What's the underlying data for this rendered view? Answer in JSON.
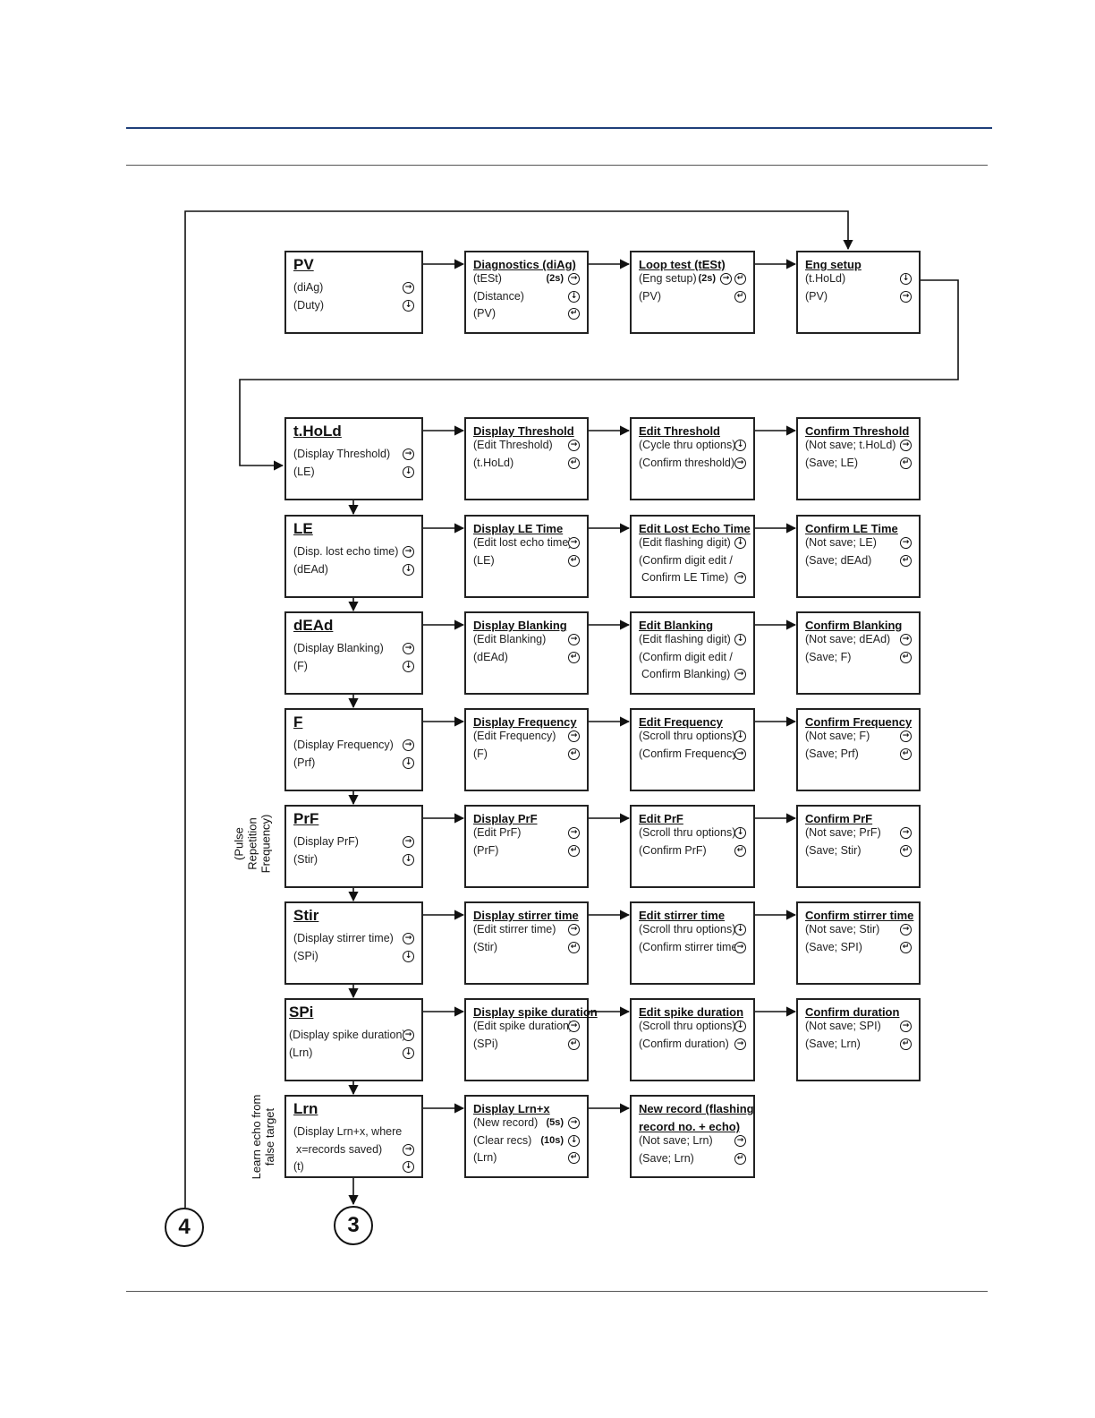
{
  "icons": {
    "right": "→",
    "down": "↓",
    "enter": "↵"
  },
  "rows": [
    [
      {
        "title": "PV",
        "lines": [
          {
            "text": "(diAg)",
            "icons": [
              "right"
            ]
          },
          {
            "text": "(Duty)",
            "icons": [
              "down"
            ]
          }
        ]
      },
      {
        "title": "Diagnostics (diAg)",
        "lines": [
          {
            "text": "(tESt)",
            "sec": "(2s)",
            "icons": [
              "right"
            ]
          },
          {
            "text": "(Distance)",
            "icons": [
              "down"
            ]
          },
          {
            "text": "(PV)",
            "icons": [
              "enter"
            ]
          }
        ]
      },
      {
        "title": "Loop test (tESt)",
        "lines": [
          {
            "text": "(Eng setup)",
            "sec": "(2s)",
            "icons": [
              "right",
              "enter"
            ]
          },
          {
            "text": "(PV)",
            "icons": [
              "enter"
            ]
          }
        ]
      },
      {
        "title": "Eng setup",
        "lines": [
          {
            "text": "(t.HoLd)",
            "icons": [
              "down"
            ]
          },
          {
            "text": "(PV)",
            "icons": [
              "right"
            ]
          }
        ]
      }
    ],
    [
      {
        "title": "t.HoLd",
        "lines": [
          {
            "text": "(Display Threshold)",
            "icons": [
              "right"
            ]
          },
          {
            "text": "(LE)",
            "icons": [
              "down"
            ]
          }
        ]
      },
      {
        "title": "Display Threshold",
        "lines": [
          {
            "text": "(Edit Threshold)",
            "icons": [
              "right"
            ]
          },
          {
            "text": "(t.HoLd)",
            "icons": [
              "enter"
            ]
          }
        ]
      },
      {
        "title": "Edit Threshold",
        "lines": [
          {
            "text": "(Cycle thru options)",
            "icons": [
              "down"
            ]
          },
          {
            "text": "(Confirm threshold)",
            "icons": [
              "right"
            ]
          }
        ]
      },
      {
        "title": "Confirm Threshold",
        "lines": [
          {
            "text": "(Not save; t.HoLd)",
            "icons": [
              "right"
            ]
          },
          {
            "text": "(Save; LE)",
            "icons": [
              "enter"
            ]
          }
        ]
      }
    ],
    [
      {
        "title": "LE",
        "lines": [
          {
            "text": "(Disp. lost echo time)",
            "icons": [
              "right"
            ]
          },
          {
            "text": "(dEAd)",
            "icons": [
              "down"
            ]
          }
        ]
      },
      {
        "title": "Display LE Time",
        "lines": [
          {
            "text": "(Edit lost echo time)",
            "icons": [
              "right"
            ]
          },
          {
            "text": "(LE)",
            "icons": [
              "enter"
            ]
          }
        ]
      },
      {
        "title": "Edit Lost Echo Time",
        "lines": [
          {
            "text": "(Edit flashing digit)",
            "icons": [
              "down"
            ]
          },
          {
            "text": "(Confirm digit edit /",
            "icons": []
          },
          {
            "text": "Confirm LE Time)",
            "icons": [
              "right"
            ],
            "indent": true
          }
        ]
      },
      {
        "title": "Confirm LE Time",
        "lines": [
          {
            "text": "(Not save; LE)",
            "icons": [
              "right"
            ]
          },
          {
            "text": "(Save; dEAd)",
            "icons": [
              "enter"
            ]
          }
        ]
      }
    ],
    [
      {
        "title": "dEAd",
        "lines": [
          {
            "text": "(Display Blanking)",
            "icons": [
              "right"
            ]
          },
          {
            "text": "(F)",
            "icons": [
              "down"
            ]
          }
        ]
      },
      {
        "title": "Display Blanking",
        "lines": [
          {
            "text": "(Edit Blanking)",
            "icons": [
              "right"
            ]
          },
          {
            "text": "(dEAd)",
            "icons": [
              "enter"
            ]
          }
        ]
      },
      {
        "title": "Edit Blanking",
        "lines": [
          {
            "text": "(Edit flashing digit)",
            "icons": [
              "down"
            ]
          },
          {
            "text": "(Confirm digit edit /",
            "icons": []
          },
          {
            "text": "Confirm Blanking)",
            "icons": [
              "right"
            ],
            "indent": true
          }
        ]
      },
      {
        "title": "Confirm Blanking",
        "lines": [
          {
            "text": "(Not save; dEAd)",
            "icons": [
              "right"
            ]
          },
          {
            "text": "(Save; F)",
            "icons": [
              "enter"
            ]
          }
        ]
      }
    ],
    [
      {
        "title": "F",
        "lines": [
          {
            "text": "(Display Frequency)",
            "icons": [
              "right"
            ]
          },
          {
            "text": "(Prf)",
            "icons": [
              "down"
            ]
          }
        ]
      },
      {
        "title": "Display Frequency",
        "lines": [
          {
            "text": "(Edit Frequency)",
            "icons": [
              "right"
            ]
          },
          {
            "text": "(F)",
            "icons": [
              "enter"
            ]
          }
        ]
      },
      {
        "title": "Edit Frequency",
        "lines": [
          {
            "text": "(Scroll thru options)",
            "icons": [
              "down"
            ]
          },
          {
            "text": "(Confirm Frequency)",
            "icons": [
              "right"
            ]
          }
        ]
      },
      {
        "title": "Confirm Frequency",
        "lines": [
          {
            "text": "(Not save; F)",
            "icons": [
              "right"
            ]
          },
          {
            "text": "(Save; Prf)",
            "icons": [
              "enter"
            ]
          }
        ]
      }
    ],
    [
      {
        "title": "PrF",
        "lines": [
          {
            "text": "(Display PrF)",
            "icons": [
              "right"
            ]
          },
          {
            "text": "(Stir)",
            "icons": [
              "down"
            ]
          }
        ]
      },
      {
        "title": "Display PrF",
        "lines": [
          {
            "text": "(Edit PrF)",
            "icons": [
              "right"
            ]
          },
          {
            "text": "(PrF)",
            "icons": [
              "enter"
            ]
          }
        ]
      },
      {
        "title": "Edit PrF",
        "lines": [
          {
            "text": "(Scroll thru options)",
            "icons": [
              "down"
            ]
          },
          {
            "text": "(Confirm PrF)",
            "icons": [
              "enter"
            ]
          }
        ]
      },
      {
        "title": "Confirm PrF",
        "lines": [
          {
            "text": "(Not save; PrF)",
            "icons": [
              "right"
            ]
          },
          {
            "text": "(Save; Stir)",
            "icons": [
              "enter"
            ]
          }
        ]
      }
    ],
    [
      {
        "title": "Stir",
        "lines": [
          {
            "text": "(Display stirrer time)",
            "icons": [
              "right"
            ]
          },
          {
            "text": "(SPi)",
            "icons": [
              "down"
            ]
          }
        ]
      },
      {
        "title": "Display stirrer time",
        "lines": [
          {
            "text": "(Edit stirrer time)",
            "icons": [
              "right"
            ]
          },
          {
            "text": "(Stir)",
            "icons": [
              "enter"
            ]
          }
        ]
      },
      {
        "title": "Edit stirrer time",
        "lines": [
          {
            "text": "(Scroll thru options)",
            "icons": [
              "down"
            ]
          },
          {
            "text": "(Confirm stirrer time)",
            "icons": [
              "right"
            ]
          }
        ]
      },
      {
        "title": "Confirm stirrer time",
        "lines": [
          {
            "text": "(Not save; Stir)",
            "icons": [
              "right"
            ]
          },
          {
            "text": "(Save; SPI)",
            "icons": [
              "enter"
            ]
          }
        ]
      }
    ],
    [
      {
        "title": "SPi",
        "lines": [
          {
            "text": "(Display spike duration)",
            "icons": [
              "right"
            ]
          },
          {
            "text": "(Lrn)",
            "icons": [
              "down"
            ]
          }
        ]
      },
      {
        "title": "Display spike duration",
        "lines": [
          {
            "text": "(Edit spike duration)",
            "icons": [
              "right"
            ]
          },
          {
            "text": "(SPi)",
            "icons": [
              "enter"
            ]
          }
        ]
      },
      {
        "title": "Edit spike duration",
        "lines": [
          {
            "text": "(Scroll thru options)",
            "icons": [
              "down"
            ]
          },
          {
            "text": "(Confirm duration)",
            "icons": [
              "right"
            ]
          }
        ]
      },
      {
        "title": "Confirm duration",
        "lines": [
          {
            "text": "(Not save; SPI)",
            "icons": [
              "right"
            ]
          },
          {
            "text": "(Save; Lrn)",
            "icons": [
              "enter"
            ]
          }
        ]
      }
    ],
    [
      {
        "title": "Lrn",
        "lines": [
          {
            "text": "(Display Lrn+x, where",
            "icons": []
          },
          {
            "text": "x=records saved)",
            "icons": [
              "right"
            ],
            "indent": true
          },
          {
            "text": "(t)",
            "icons": [
              "down"
            ]
          }
        ]
      },
      {
        "title": "Display Lrn+x",
        "lines": [
          {
            "text": "(New record)",
            "sec": "(5s)",
            "icons": [
              "right"
            ]
          },
          {
            "text": "(Clear recs)",
            "sec": "(10s)",
            "icons": [
              "down"
            ]
          },
          {
            "text": "(Lrn)",
            "icons": [
              "enter"
            ]
          }
        ]
      },
      {
        "title": "New record (flashing",
        "title2": "record no. + echo)",
        "lines": [
          {
            "text": "(Not save; Lrn)",
            "icons": [
              "right"
            ]
          },
          {
            "text": "(Save; Lrn)",
            "icons": [
              "enter"
            ]
          }
        ]
      }
    ]
  ],
  "side_labels": {
    "prf": [
      "(Pulse",
      "Repetition",
      "Frequency)"
    ],
    "lrn": [
      "Learn echo from",
      "false target"
    ]
  },
  "connectors": {
    "left": "4",
    "bottom": "3"
  }
}
